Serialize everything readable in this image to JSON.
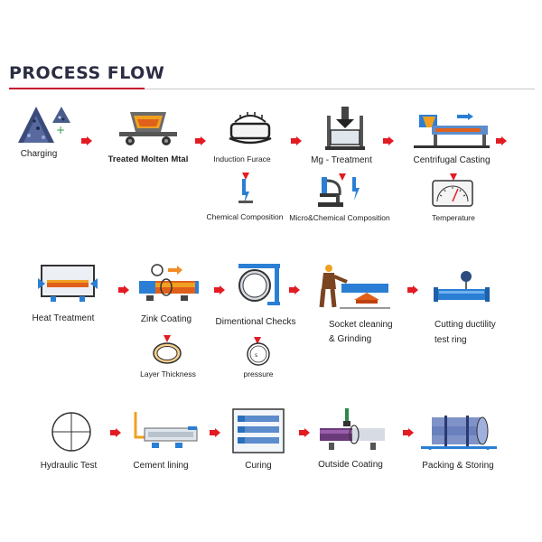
{
  "header": {
    "title": "PROCESS FLOW"
  },
  "steps": {
    "charging": "Charging",
    "treated_molten": "Treated Molten Mtal",
    "induction_furnace": "Induction Furace",
    "chemical_composition": "Chemical Composition",
    "mg_treatment": "Mg - Treatment",
    "micro_chemical": "Micro&Chemical Composition",
    "centrifugal_casting": "Centrifugal Casting",
    "temperature": "Temperature",
    "heat_treatment": "Heat Treatment",
    "zink_coating": "Zink Coating",
    "layer_thickness": "Layer Thickness",
    "dimentional_checks": "Dimentional Checks",
    "pressure": "pressure",
    "socket_cleaning_1": "Socket cleaning",
    "socket_cleaning_2": "& Grinding",
    "cutting_ductility_1": "Cutting ductility",
    "cutting_ductility_2": "test ring",
    "hydraulic_test": "Hydraulic Test",
    "cement_lining": "Cement lining",
    "curing": "Curing",
    "outside_coating": "Outside Coating",
    "packing_storing": "Packing & Storing"
  },
  "colors": {
    "accent_red": "#e31b23",
    "title": "#2b2d42",
    "pipe_blue": "#2a7fd4",
    "orange": "#f28c28"
  },
  "icons": {
    "flow_arrow": "right-arrow-icon",
    "down_arrow": "down-arrow-icon"
  }
}
